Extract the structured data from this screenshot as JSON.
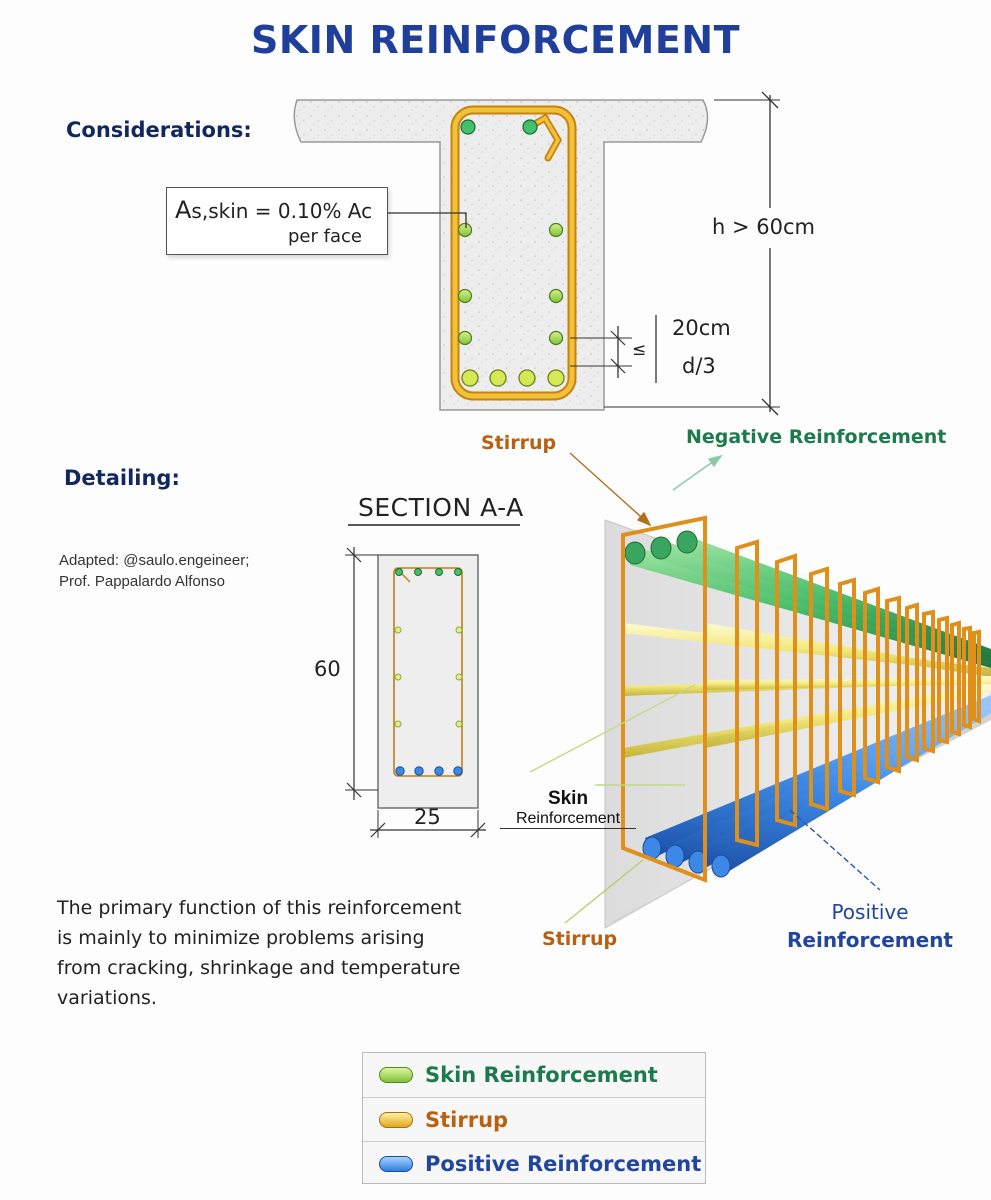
{
  "title": "SKIN REINFORCEMENT",
  "considerations_heading": "Considerations:",
  "formula": {
    "prefix": "A",
    "text": "s,skin = 0.10% Ac",
    "subtext": "per face"
  },
  "height_label": "h > 60cm",
  "spacing": {
    "symbol": "≤",
    "value1": "20cm",
    "value2": "d/3"
  },
  "stirrup_label": "Stirrup",
  "negative_label": "Negative Reinforcement",
  "detailing_heading": "Detailing:",
  "section_title": "SECTION A-A",
  "credit": {
    "line1": "Adapted: @saulo.engeineer;",
    "line2": "Prof. Pappalardo Alfonso"
  },
  "section_height": "60",
  "section_width": "25",
  "skin_label": {
    "line1": "Skin",
    "line2": "Reinforcement"
  },
  "stirrup_label_bottom": "Stirrup",
  "positive_label": {
    "line1": "Positive",
    "line2": "Reinforcement"
  },
  "description": {
    "line1": "The primary function of this reinforcement",
    "line2": "is mainly to minimize problems arising",
    "line3": "from cracking, shrinkage and temperature",
    "line4": "variations."
  },
  "legend": [
    {
      "label": "Skin Reinforcement",
      "color": "#1d7a4d",
      "swatch": "#8ed64a"
    },
    {
      "label": "Stirrup",
      "color": "#b86010",
      "swatch": "#f2b928"
    },
    {
      "label": "Positive Reinforcement",
      "color": "#22469a",
      "swatch": "#3f8ee8"
    }
  ],
  "colors": {
    "title": "#1f3f9a",
    "concrete": "#ececec",
    "stirrup": "#e69a1f",
    "skin_bar": "#9ed64a",
    "top_bar": "#3fbf6a",
    "bottom_bar": "#2f7ee0"
  }
}
